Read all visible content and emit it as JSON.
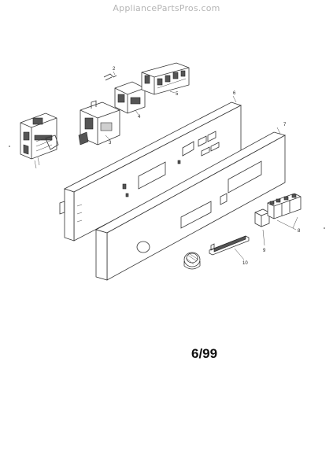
{
  "watermark": "AppliancePartsPros.com",
  "date_code": "6/99",
  "callouts": {
    "c2": "2",
    "c3": "3",
    "c4": "4",
    "c5": "5",
    "c6": "6",
    "c7": "7",
    "c8": "8",
    "c9": "9",
    "c10": "10"
  }
}
